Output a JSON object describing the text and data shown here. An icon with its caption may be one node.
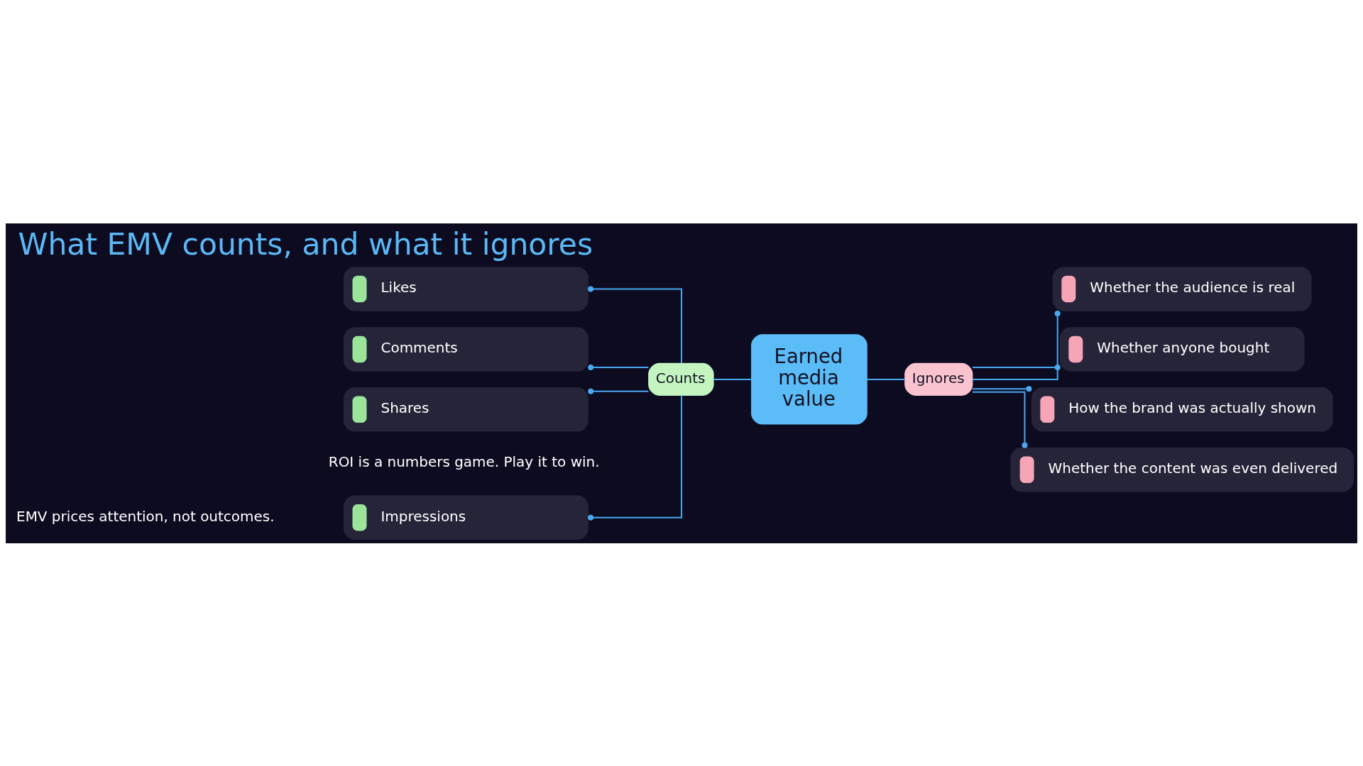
{
  "diagram": {
    "title": "What EMV counts, and what it ignores",
    "nodes": [
      {
        "text": [
          "Impressions"
        ]
      },
      {
        "text": [
          "Likes"
        ]
      },
      {
        "text": [
          "Comments"
        ]
      },
      {
        "text": [
          "Shares"
        ]
      },
      {
        "text": [
          "Counts"
        ]
      },
      {
        "text": [
          "Earned media value"
        ]
      },
      {
        "text": [
          "Ignores"
        ]
      },
      {
        "text": [
          "Whether the audience is real"
        ]
      },
      {
        "text": [
          "Whether anyone bought"
        ]
      },
      {
        "text": [
          "How the brand was actually shown"
        ]
      },
      {
        "text": [
          "Whether the content was even delivered"
        ]
      }
    ],
    "edges": [
      {
        "from": 0,
        "to": 4,
        "arrow": "other"
      },
      {
        "from": 1,
        "to": 4,
        "arrow": "other"
      },
      {
        "from": 2,
        "to": 4,
        "arrow": "other"
      },
      {
        "from": 3,
        "to": 4,
        "arrow": "other"
      },
      {
        "from": 4,
        "to": 5,
        "arrow": "none"
      },
      {
        "from": 5,
        "to": 6,
        "arrow": "none"
      },
      {
        "from": 7,
        "to": 6,
        "arrow": "other"
      },
      {
        "from": 8,
        "to": 6,
        "arrow": "other"
      },
      {
        "from": 9,
        "to": 6,
        "arrow": "other"
      },
      {
        "from": 10,
        "to": 6,
        "arrow": "other"
      }
    ],
    "labels": [
      "EMV prices attention, not outcomes.",
      "ROI is a numbers game. Play it to win."
    ]
  }
}
